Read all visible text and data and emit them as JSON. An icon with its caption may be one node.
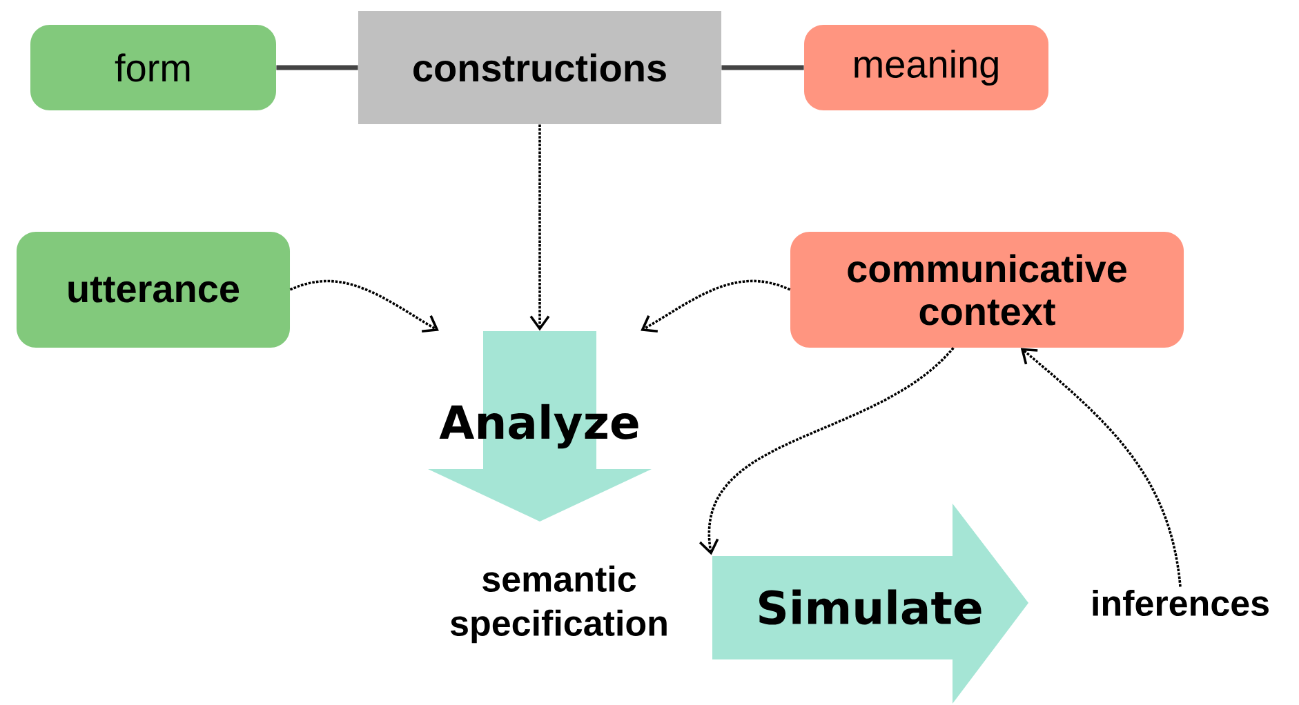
{
  "diagram": {
    "nodes": [
      {
        "text": [
          "form"
        ]
      },
      {
        "text": [
          "constructions"
        ]
      },
      {
        "text": [
          "meaning"
        ]
      },
      {
        "text": [
          "utterance"
        ]
      },
      {
        "text": [
          "communicative context"
        ]
      },
      {
        "text": [
          "Analyze"
        ]
      },
      {
        "text": [
          "semantic specification"
        ]
      },
      {
        "text": [
          "Simulate"
        ]
      },
      {
        "text": [
          "inferences"
        ]
      }
    ],
    "edges": [
      {
        "from": 0,
        "to": 1,
        "arrow": "none",
        "style": "thick",
        "color": "#444444"
      },
      {
        "from": 1,
        "to": 2,
        "arrow": "none",
        "style": "thick",
        "color": "#444444"
      },
      {
        "from": 1,
        "to": 5,
        "arrow": "to",
        "style": "dashed"
      },
      {
        "from": 3,
        "to": 5,
        "arrow": "to",
        "style": "dashed"
      },
      {
        "from": 4,
        "to": 5,
        "arrow": "to",
        "style": "dashed"
      },
      {
        "from": 4,
        "to": 7,
        "arrow": "to",
        "style": "dashed"
      },
      {
        "from": 8,
        "to": 4,
        "arrow": "to",
        "style": "dashed"
      }
    ]
  }
}
